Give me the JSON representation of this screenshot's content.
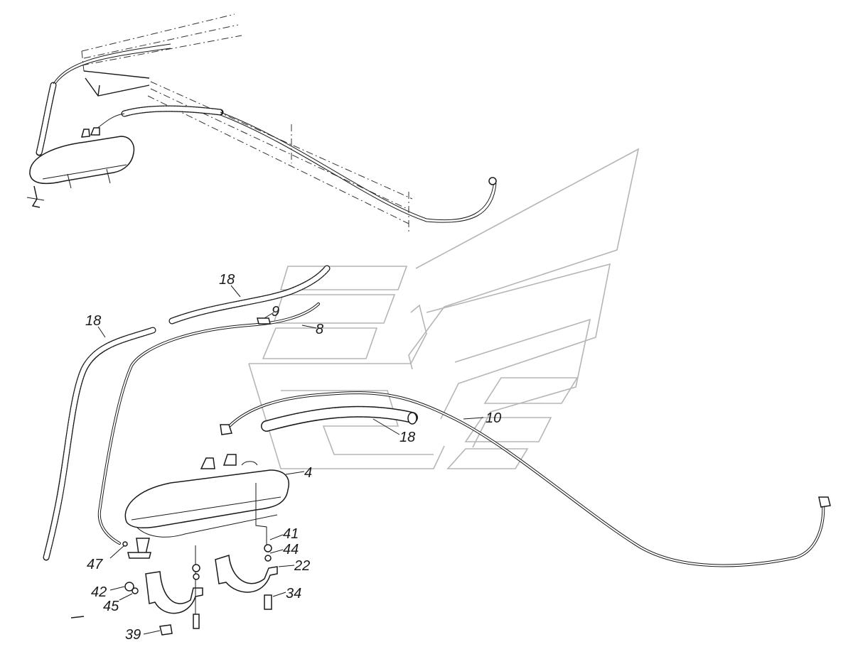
{
  "callouts": {
    "c18a": "18",
    "c18b": "18",
    "c9": "9",
    "c8": "8",
    "c10": "10",
    "c18c": "18",
    "c4": "4",
    "c41": "41",
    "c44": "44",
    "c22": "22",
    "c47": "47",
    "c42": "42",
    "c45": "45",
    "c34": "34",
    "c39": "39"
  }
}
